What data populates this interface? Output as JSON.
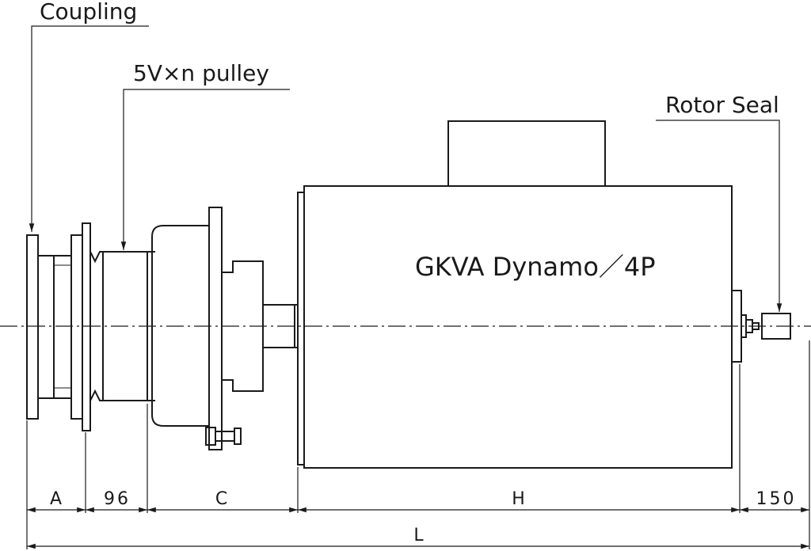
{
  "callouts": {
    "coupling": "Coupling",
    "pulley": "5V×n pulley",
    "rotor_seal": "Rotor Seal"
  },
  "motor_label": "GKVA Dynamo／4P",
  "dimensions": {
    "a": "A",
    "b": "96",
    "c": "C",
    "h": "H",
    "e": "150",
    "overall": "L"
  },
  "colors": {
    "line": "#1a1a1a",
    "background": "#ffffff"
  }
}
